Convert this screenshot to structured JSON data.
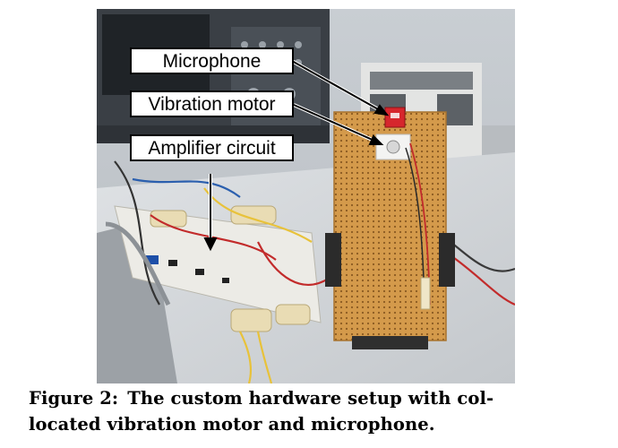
{
  "figure": {
    "callouts": {
      "microphone": "Microphone",
      "vibration_motor": "Vibration motor",
      "amplifier": "Amplifier circuit"
    },
    "caption": {
      "label": "Figure 2:",
      "line1": "The custom hardware setup with col-",
      "line2": "located vibration motor and microphone."
    }
  }
}
